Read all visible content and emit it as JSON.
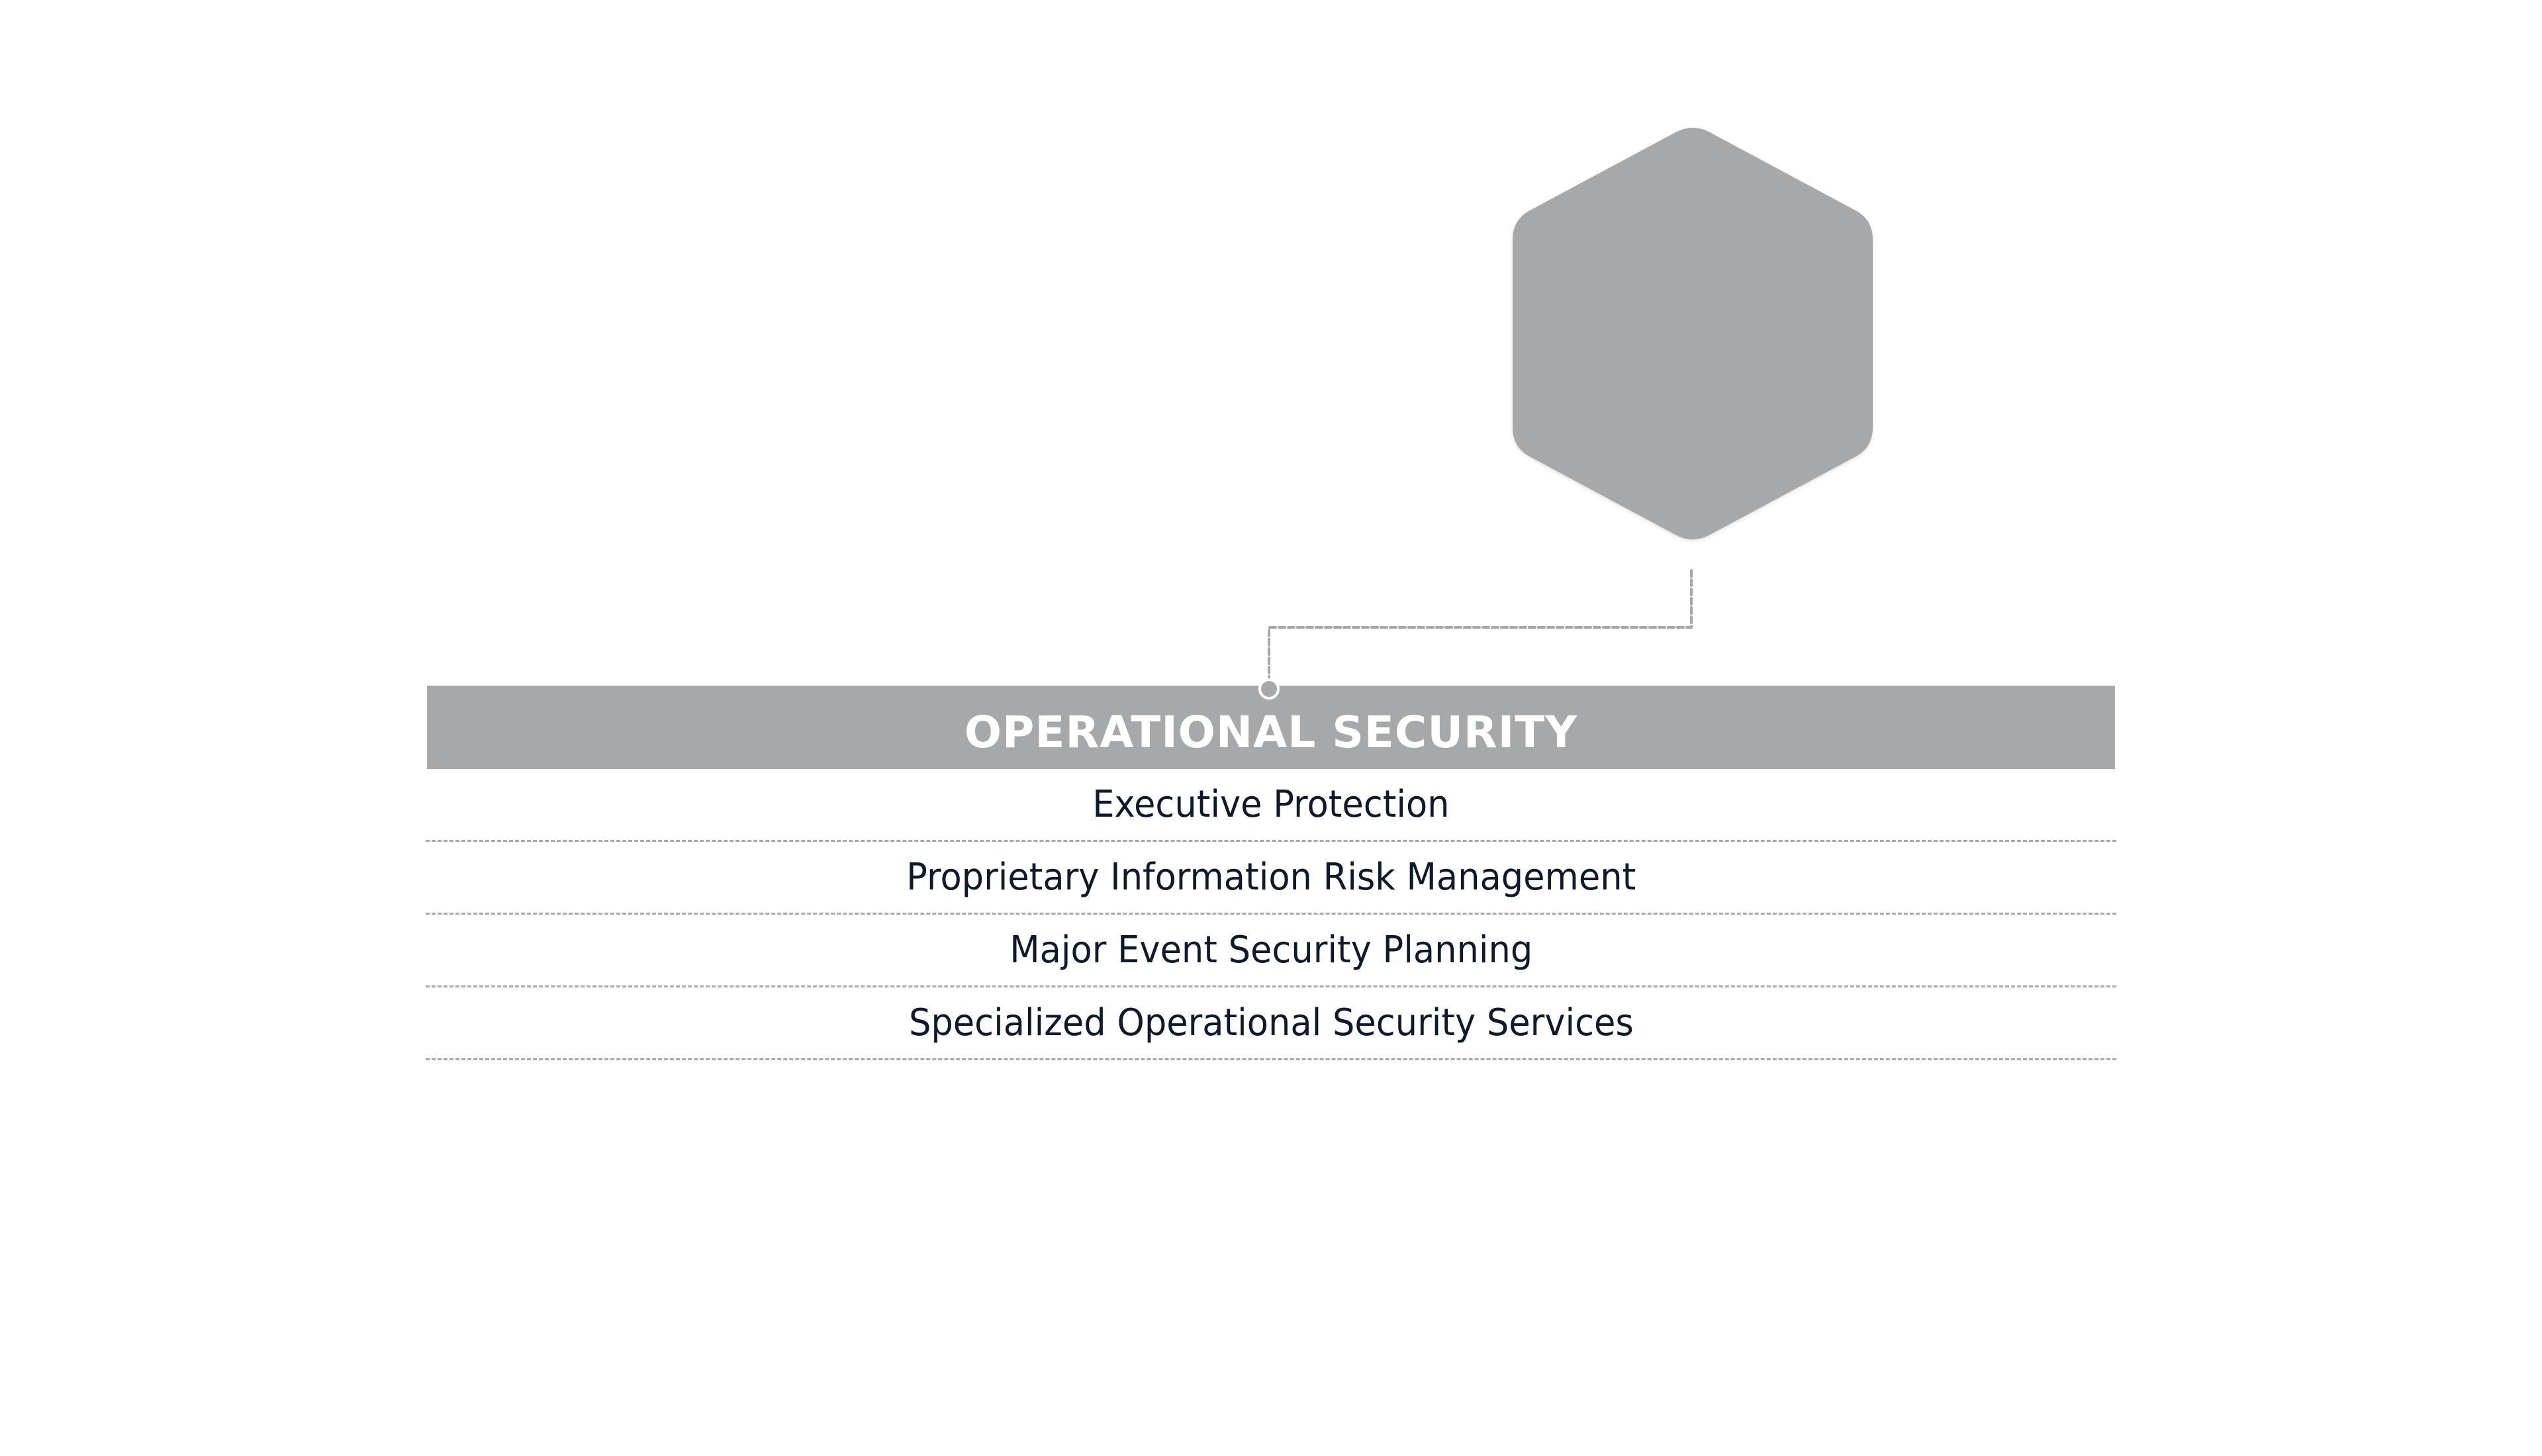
{
  "diagram": {
    "node": {
      "shape": "hexagon-icon",
      "color": "#a7a8aa"
    },
    "connector": {
      "style": "dashed",
      "color": "#a7a8aa",
      "endpoint": "circle"
    },
    "section": {
      "title": "OPERATIONAL SECURITY",
      "header_color": "#a7a8aa",
      "title_color": "#ffffff",
      "items": [
        {
          "label": "Executive Protection"
        },
        {
          "label": "Proprietary Information Risk Management"
        },
        {
          "label": "Major Event Security Planning"
        },
        {
          "label": "Specialized Operational Security Services"
        }
      ],
      "item_text_color": "#0e1a2b",
      "divider_color": "#a7a8aa"
    }
  }
}
